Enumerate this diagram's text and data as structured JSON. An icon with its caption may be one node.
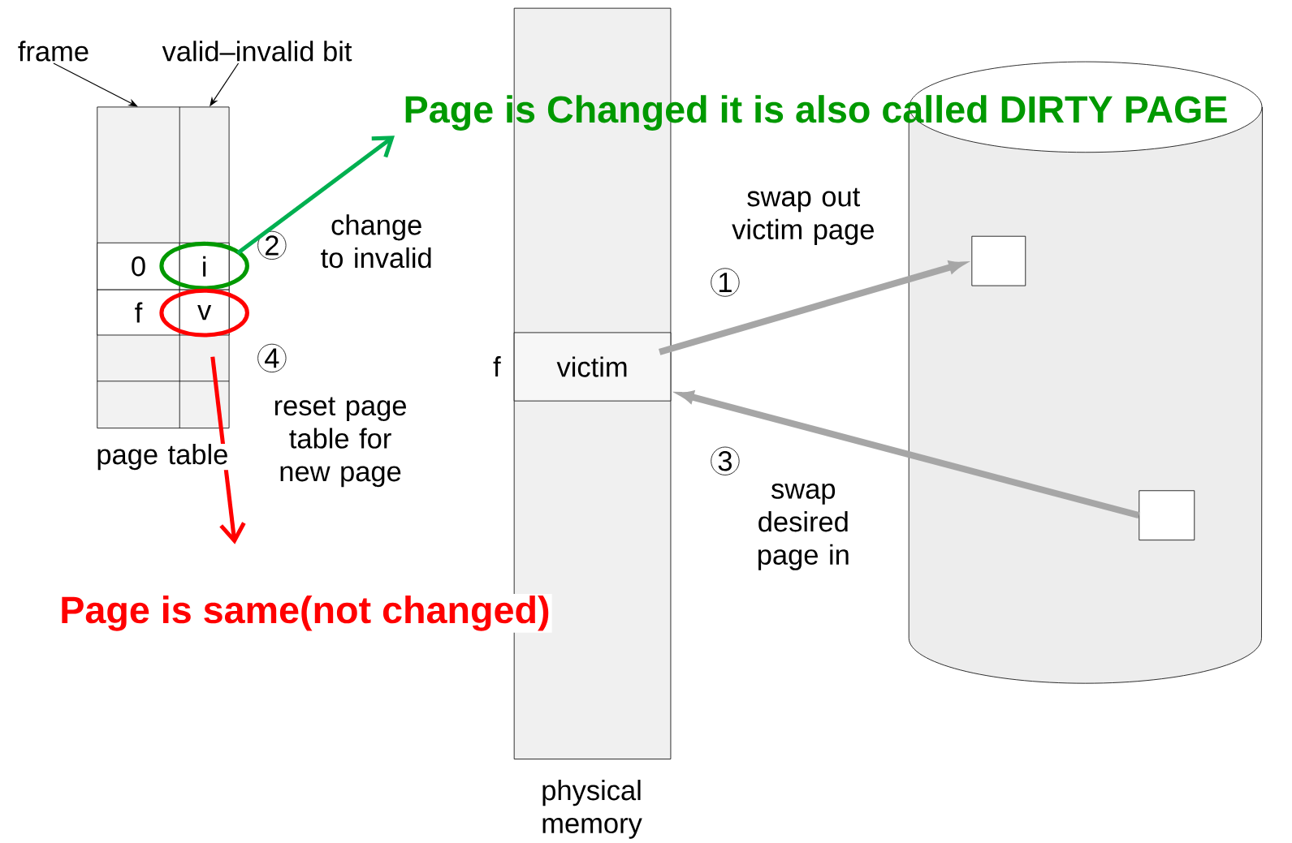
{
  "diagram": {
    "nodes": [
      {
        "text": [
          "frame"
        ]
      },
      {
        "text": [
          "valid–invalid bit"
        ]
      },
      {
        "text": [],
        "shape": "box",
        "beside": [
          "page table"
        ]
      },
      {
        "text": [
          "0"
        ],
        "in": 2
      },
      {
        "text": [
          "i"
        ],
        "in": 2
      },
      {
        "text": [
          "f"
        ],
        "in": 2
      },
      {
        "text": [
          "v"
        ],
        "in": 2
      },
      {
        "text": [],
        "shape": "bar",
        "beside": [
          "physical memory"
        ]
      },
      {
        "text": [
          "victim"
        ],
        "in": 7,
        "beside": [
          "f"
        ]
      },
      {
        "text": [],
        "shape": "cylinder"
      },
      {
        "text": [],
        "shape": "box",
        "in": 9
      },
      {
        "text": [],
        "shape": "box",
        "in": 9
      },
      {
        "text": [
          "Page is Changed it is also called DIRTY PAGE"
        ]
      },
      {
        "text": [
          "Page is same(not changed)"
        ]
      }
    ],
    "edges": [
      {
        "from": 0,
        "to": 2,
        "arrow": "to"
      },
      {
        "from": 1,
        "to": 2,
        "arrow": "to"
      },
      {
        "from": 8,
        "to": 10,
        "arrow": "to",
        "color": "#a6a6a6"
      },
      {
        "from": 11,
        "to": 8,
        "arrow": "to",
        "color": "#a6a6a6"
      },
      {
        "from": 4,
        "to": 12,
        "arrow": "to",
        "color": "#00b050"
      },
      {
        "from": 6,
        "to": 13,
        "arrow": "to",
        "color": "#ff0000"
      }
    ],
    "labels": [
      "2",
      "change to invalid",
      "4",
      "reset page table for new page",
      "1",
      "swap out victim page",
      "3",
      "swap desired page in"
    ]
  }
}
